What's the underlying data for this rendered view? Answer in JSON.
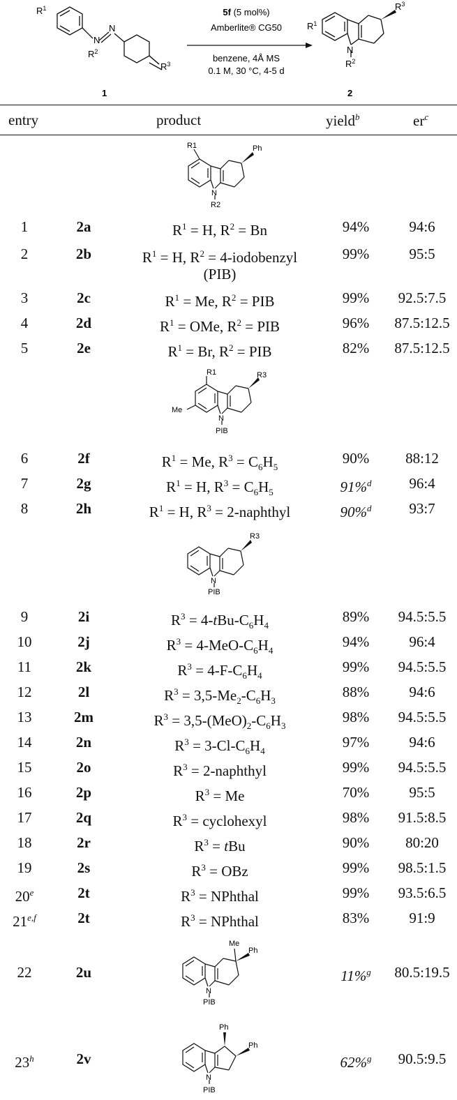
{
  "scheme": {
    "reactant_label": "1",
    "product_label": "2",
    "catalyst": "5f",
    "catalyst_loading": "(5 mol%)",
    "resin": "Amberlite® CG50",
    "conditions_1": "benzene, 4Å MS",
    "conditions_2": "0.1 M, 30 °C, 4-5 d",
    "atoms": {
      "r1": "R1",
      "r2": "R2",
      "r3": "R3",
      "n": "N"
    }
  },
  "header": {
    "entry": "entry",
    "product": "product",
    "yield": "yield",
    "yield_sup": "b",
    "er": "er",
    "er_sup": "c"
  },
  "structures": {
    "s1": {
      "r1": "R1",
      "r3": "Ph",
      "n": "N",
      "r2": "R2"
    },
    "s2": {
      "r1": "R1",
      "r3": "R3",
      "me": "Me",
      "n": "N",
      "pib": "PIB"
    },
    "s3": {
      "r3": "R3",
      "n": "N",
      "pib": "PIB"
    },
    "s4": {
      "me": "Me",
      "ph": "Ph",
      "n": "N",
      "pib": "PIB"
    },
    "s5": {
      "ph1": "Ph",
      "ph2": "Ph",
      "n": "N",
      "pib": "PIB"
    }
  },
  "rows": [
    {
      "entry": "1",
      "compound": "2a",
      "yield": "94%",
      "er": "94:6"
    },
    {
      "entry": "2",
      "compound": "2b",
      "yield": "99%",
      "er": "95:5"
    },
    {
      "entry": "3",
      "compound": "2c",
      "yield": "99%",
      "er": "92.5:7.5"
    },
    {
      "entry": "4",
      "compound": "2d",
      "yield": "96%",
      "er": "87.5:12.5"
    },
    {
      "entry": "5",
      "compound": "2e",
      "yield": "82%",
      "er": "87.5:12.5"
    },
    {
      "entry": "6",
      "compound": "2f",
      "yield": "90%",
      "er": "88:12"
    },
    {
      "entry": "7",
      "compound": "2g",
      "yield": "91%",
      "yield_sup": "d",
      "er": "96:4"
    },
    {
      "entry": "8",
      "compound": "2h",
      "yield": "90%",
      "yield_sup": "d",
      "er": "93:7"
    },
    {
      "entry": "9",
      "compound": "2i",
      "yield": "89%",
      "er": "94.5:5.5"
    },
    {
      "entry": "10",
      "compound": "2j",
      "yield": "94%",
      "er": "96:4"
    },
    {
      "entry": "11",
      "compound": "2k",
      "yield": "99%",
      "er": "94.5:5.5"
    },
    {
      "entry": "12",
      "compound": "2l",
      "yield": "88%",
      "er": "94:6"
    },
    {
      "entry": "13",
      "compound": "2m",
      "yield": "98%",
      "er": "94.5:5.5"
    },
    {
      "entry": "14",
      "compound": "2n",
      "yield": "97%",
      "er": "94:6"
    },
    {
      "entry": "15",
      "compound": "2o",
      "yield": "99%",
      "er": "94.5:5.5"
    },
    {
      "entry": "16",
      "compound": "2p",
      "yield": "70%",
      "er": "95:5"
    },
    {
      "entry": "17",
      "compound": "2q",
      "yield": "98%",
      "er": "91.5:8.5"
    },
    {
      "entry": "18",
      "compound": "2r",
      "yield": "90%",
      "er": "80:20"
    },
    {
      "entry": "19",
      "compound": "2s",
      "yield": "99%",
      "er": "98.5:1.5"
    },
    {
      "entry": "20",
      "entry_sup": "e",
      "compound": "2t",
      "yield": "99%",
      "er": "93.5:6.5"
    },
    {
      "entry": "21",
      "entry_sup": "e,f",
      "compound": "2t",
      "yield": "83%",
      "er": "91:9"
    },
    {
      "entry": "22",
      "compound": "2u",
      "yield": "11%",
      "yield_sup": "g",
      "er": "80.5:19.5"
    },
    {
      "entry": "23",
      "entry_sup": "h",
      "compound": "2v",
      "yield": "62%",
      "yield_sup": "g",
      "er": "90.5:9.5"
    }
  ],
  "products": {
    "r1": "R",
    "r2": "R",
    "r3": "R",
    "sup1": "1",
    "sup2": "2",
    "sup3": "3",
    "eq": " = ",
    "comma": ", ",
    "h": "H",
    "bn": "Bn",
    "me": "Me",
    "ome": "OMe",
    "br": "Br",
    "pib": "PIB",
    "iodobenzyl": "4-iodobenzyl",
    "pib_paren": "(PIB)",
    "c": "C",
    "h_el": "H",
    "six": "6",
    "five": "5",
    "four": "4",
    "three": "3",
    "two": "2",
    "naphthyl": "2-naphthyl",
    "tbu_pre": "4-",
    "t": "t",
    "bu": "Bu",
    "c6h4": "-C",
    "meo": "4-MeO-C",
    "f": "4-F-C",
    "me2pre": "3,5-Me",
    "meo2pre": "3,5-(MeO)",
    "cl": "3-Cl-C",
    "cyclohexyl": "cyclohexyl",
    "obz": "OBz",
    "nphthal": "NPhthal"
  }
}
